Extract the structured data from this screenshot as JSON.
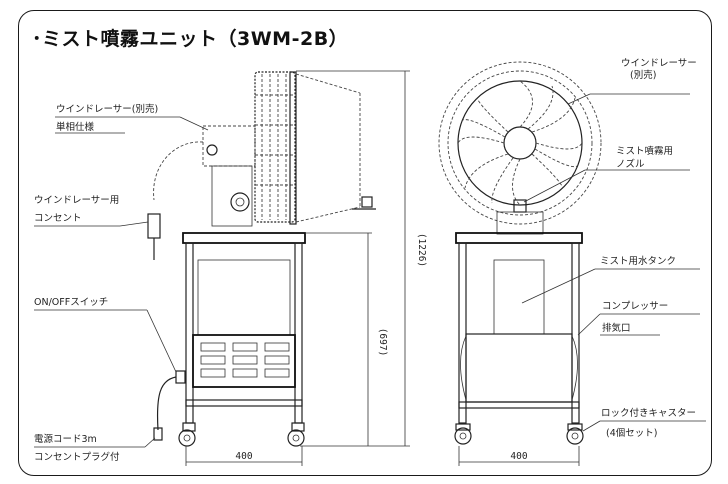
{
  "title": "･ミスト噴霧ユニット（3WM-2B）",
  "labels": {
    "windracer_separate_left": "ウインドレーサー(別売)",
    "single_phase": "単相仕様",
    "windracer_outlet_1": "ウインドレーサー用",
    "windracer_outlet_2": "コンセント",
    "onoff_switch": "ON/OFFスイッチ",
    "power_cord": "電源コード3m",
    "with_plug": "コンセントプラグ付",
    "windracer_right_1": "ウインドレーサー",
    "windracer_right_2": "(別売)",
    "mist_nozzle_1": "ミスト噴霧用",
    "mist_nozzle_2": "ノズル",
    "water_tank": "ミスト用水タンク",
    "compressor": "コンプレッサー",
    "exhaust": "排気口",
    "casters_1": "ロック付きキャスター",
    "casters_2": "(4個セット)"
  },
  "dimensions": {
    "total_height": "(1226)",
    "stand_height": "(697)",
    "width_left": "400",
    "width_right": "400"
  }
}
